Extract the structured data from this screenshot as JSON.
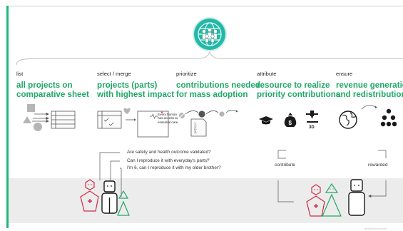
{
  "accent_color": "#1db87a",
  "highlight_color": "#1fa869",
  "icon_color": "#d12b45",
  "logo": {
    "icon": "globe-people-icon"
  },
  "columns": [
    {
      "verb": "list",
      "heading_line1": "all projects on",
      "heading_line2": "comparative sheet"
    },
    {
      "verb": "select / merge",
      "heading_line1": "projects (parts)",
      "heading_line2": "with highest impact"
    },
    {
      "verb": "prioritize",
      "heading_line1": "contributions needed",
      "heading_line2": "for mass adoption"
    },
    {
      "verb": "attribute",
      "heading_line1": "resource to realize",
      "heading_line2": "priority contributions"
    },
    {
      "verb": "ensure",
      "heading_line1": "revenue generation",
      "heading_line2": "and redistribution"
    }
  ],
  "select_card": {
    "line1": "Every human",
    "line2": "has access to",
    "line3": "essential care"
  },
  "priority_list": {
    "item1": "1.",
    "item2": "2.",
    "item3": "3."
  },
  "printer_label": "3D",
  "questions": {
    "q1": "Are safety and health outcome validated?",
    "q2": "Can I reproduce it with everyday's parts?",
    "q3": "I'm 6, can I reproduce it with my older brother?"
  },
  "flow": {
    "contribute": "contribute",
    "rewarded": "rewarded"
  },
  "watermark": "anti@thinkcircular"
}
